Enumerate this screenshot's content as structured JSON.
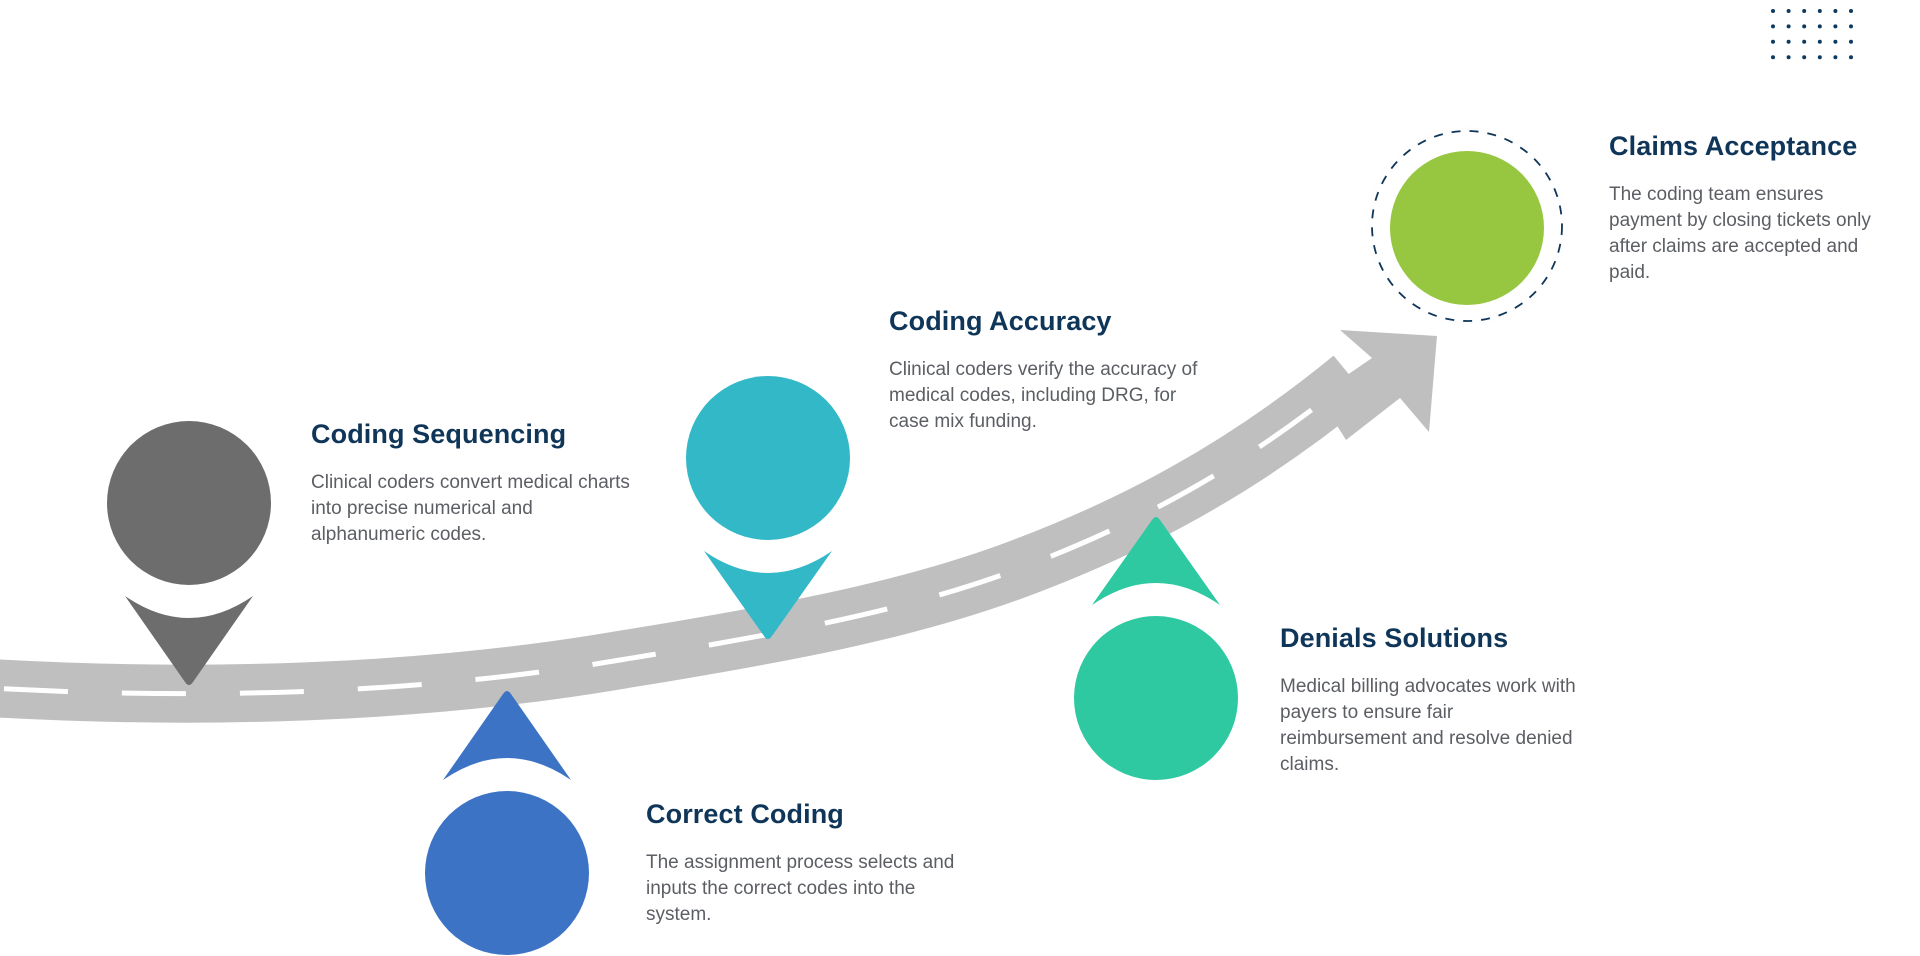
{
  "diagram": {
    "type": "roadmap-timeline",
    "road_color": "#bfbfbf",
    "road_dash_color": "#ffffff",
    "accent_text_color": "#0f3659",
    "body_text_color": "#5b5e63",
    "decoration": {
      "name": "dot-grid",
      "rows": 4,
      "cols": 6,
      "color": "#0e3a5f"
    },
    "steps": [
      {
        "id": "coding-sequencing",
        "title": "Coding Sequencing",
        "description": "Clinical coders convert medical charts into precise numerical and alphanumeric codes.",
        "color": "#6d6d6d",
        "marker": "pin-down",
        "order": 1
      },
      {
        "id": "correct-coding",
        "title": "Correct Coding",
        "description": "The assignment process selects and inputs the correct codes into the system.",
        "color": "#3d73c5",
        "marker": "pin-up",
        "order": 2
      },
      {
        "id": "coding-accuracy",
        "title": "Coding Accuracy",
        "description": "Clinical coders verify the accuracy of medical codes, including DRG, for case mix funding.",
        "color": "#33b8c7",
        "marker": "pin-down",
        "order": 3
      },
      {
        "id": "denials-solutions",
        "title": "Denials Solutions",
        "description": "Medical billing advocates work with payers to ensure fair reimbursement and resolve denied claims.",
        "color": "#2ec9a1",
        "marker": "pin-up",
        "order": 4
      },
      {
        "id": "claims-acceptance",
        "title": "Claims Acceptance",
        "description": "The coding team ensures payment by closing tickets only after claims are accepted and paid.",
        "color": "#97c641",
        "marker": "goal-ring",
        "ring_color": "#0f3659",
        "order": 5
      }
    ]
  }
}
